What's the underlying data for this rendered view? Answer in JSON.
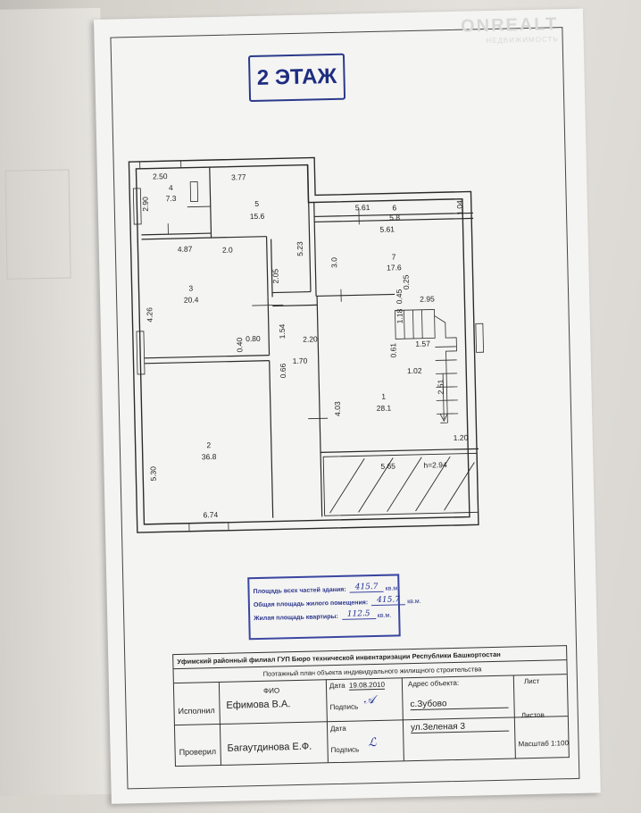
{
  "watermark": {
    "brand": "ONREALT",
    "tagline": "НЕДВИЖИМОСТЬ"
  },
  "floor_label": "2 ЭТАЖ",
  "rooms": [
    {
      "num": "1",
      "area": "28.1"
    },
    {
      "num": "2",
      "area": "36.8"
    },
    {
      "num": "3",
      "area": "20.4"
    },
    {
      "num": "4",
      "area": "7.3"
    },
    {
      "num": "5",
      "area": "15.6"
    },
    {
      "num": "6",
      "area": "5.8"
    },
    {
      "num": "7",
      "area": "17.6"
    }
  ],
  "dimensions": {
    "d_2_50": "2.50",
    "d_3_77": "3.77",
    "d_2_90": "2.90",
    "d_2_0": "2.0",
    "d_5_23": "5.23",
    "d_5_61_top": "5.61",
    "d_1_04": "1.04",
    "d_5_61_bottom": "5.61",
    "d_4_87": "4.87",
    "d_2_05": "2.05",
    "d_3_0": "3.0",
    "d_4_26": "4.26",
    "d_0_25": "0.25",
    "d_2_95": "2.95",
    "d_1_54": "1.54",
    "d_1_18": "1.18",
    "d_0_45": "0.45",
    "d_0_40": "0.40",
    "d_0_80": "0.80",
    "d_2_20": "2.20",
    "d_1_57": "1.57",
    "d_0_61": "0.61",
    "d_0_66": "0.66",
    "d_1_70": "1.70",
    "d_1_02": "1.02",
    "d_2_51": "2.51",
    "d_4_03": "4.03",
    "d_1_20": "1.20",
    "d_5_65": "5.65",
    "height": "h=2.94",
    "d_5_30": "5.30",
    "d_6_74": "6.74"
  },
  "area_stamp": {
    "total_label": "Площадь всех частей здания:",
    "total_value": "415.7",
    "living_premises_label": "Общая площадь жилого помещения:",
    "living_premises_value": "415.7",
    "living_label": "Жилая площадь квартиры:",
    "living_value": "112.5",
    "unit": "кв.м."
  },
  "title_block": {
    "org": "Уфимский районный филиал ГУП Бюро технической инвентаризации Республики Башкортостан",
    "doc_title": "Поэтажный план объекта индивидуального жилищного строительства",
    "fio_header": "ФИО",
    "date_label": "Дата",
    "date_value": "19.08.2010",
    "address_label": "Адрес объекта:",
    "sheet_label": "Лист",
    "sheets_label": "Листов",
    "scale_label": "Масштаб 1:100",
    "executor_role": "Исполнил",
    "executor_name": "Ефимова В.А.",
    "checker_role": "Проверил",
    "checker_name": "Багаутдинова Е.Ф.",
    "sign_label": "Подпись",
    "sign_label_2": "Подпись",
    "date_label_2": "Дата",
    "address_line1": "с.Зубово",
    "address_line2": "ул.Зеленая 3"
  }
}
